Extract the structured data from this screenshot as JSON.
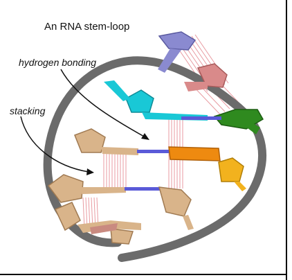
{
  "title": "An RNA stem-loop",
  "labels": {
    "hydrogen_bonding": "hydrogen bonding",
    "stacking": "stacking"
  },
  "colors": {
    "backbone": "#6b6b6b",
    "base_tan": "#d9b48a",
    "base_cyan": "#19c8d6",
    "base_purple": "#8a8ad0",
    "base_pink": "#d98a8a",
    "base_green": "#2f8a1f",
    "base_orange": "#ee8a10",
    "base_yellow": "#f2b21e",
    "bond_blue": "#5a5ad8",
    "interaction_lines": "#e89aa0"
  }
}
